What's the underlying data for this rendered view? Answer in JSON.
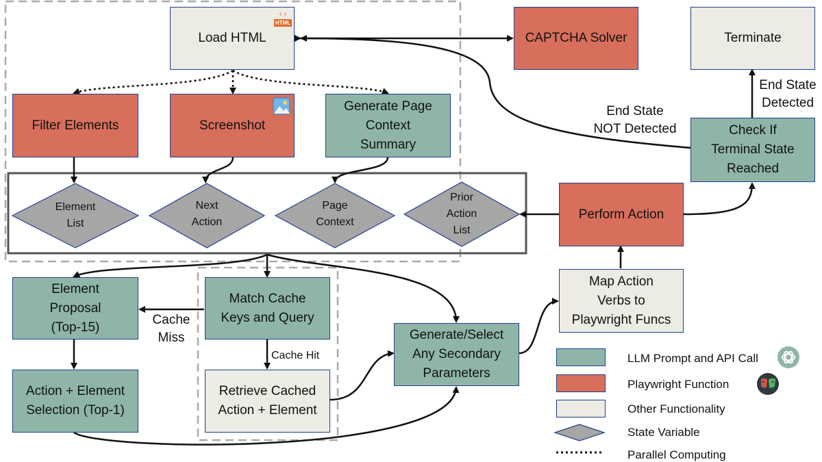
{
  "nodes": {
    "load_html": "Load HTML",
    "captcha_solver": "CAPTCHA Solver",
    "terminate": "Terminate",
    "filter_elements": "Filter Elements",
    "screenshot": "Screenshot",
    "generate_context": [
      "Generate Page",
      "Context",
      "Summary"
    ],
    "check_terminal": [
      "Check If",
      "Terminal State",
      "Reached"
    ],
    "perform_action": "Perform Action",
    "map_action": [
      "Map Action",
      "Verbs to",
      "Playwright Funcs"
    ],
    "element_proposal": [
      "Element",
      "Proposal",
      "(Top-15)"
    ],
    "match_cache": [
      "Match Cache",
      "Keys and Query"
    ],
    "action_selection": [
      "Action + Element",
      "Selection (Top-1)"
    ],
    "retrieve_cached": [
      "Retrieve Cached",
      "Action + Element"
    ],
    "generate_secondary": [
      "Generate/Select",
      "Any Secondary",
      "Parameters"
    ]
  },
  "state_variables": {
    "element_list": [
      "Element",
      "List"
    ],
    "next_action": [
      "Next",
      "Action"
    ],
    "page_context": [
      "Page",
      "Context"
    ],
    "prior_action_list": [
      "Prior",
      "Action",
      "List"
    ]
  },
  "edge_labels": {
    "end_state_not_detected": [
      "End State",
      "NOT Detected"
    ],
    "end_state_detected": [
      "End State",
      "Detected"
    ],
    "cache_miss": [
      "Cache",
      "Miss"
    ],
    "cache_hit": "Cache Hit"
  },
  "icons": {
    "html_badge": "HTML",
    "load_html_icon": "html-file-icon",
    "screenshot_icon": "image-icon",
    "llm_icon": "openai-logo-icon",
    "playwright_icon": "playwright-logo-icon"
  },
  "legend": {
    "llm": "LLM Prompt and API Call",
    "playwright": "Playwright Function",
    "other": "Other Functionality",
    "state": "State Variable",
    "parallel": "Parallel Computing"
  },
  "colors": {
    "llm": "#8fb5a9",
    "playwright": "#d76f5c",
    "other": "#ecebe4",
    "state": "#a6a6a6",
    "border": "#1f3f8a"
  }
}
